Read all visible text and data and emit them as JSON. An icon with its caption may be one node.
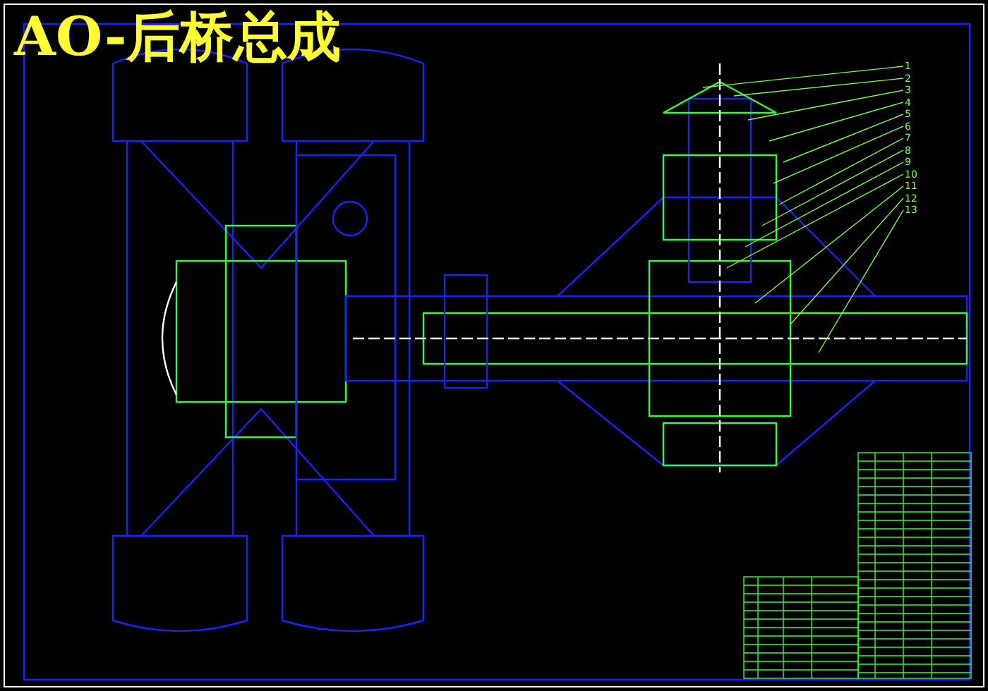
{
  "diagram": {
    "title": "AO-后桥总成",
    "nodes": [
      {
        "text": [
          "1"
        ]
      },
      {
        "text": [
          "2"
        ]
      },
      {
        "text": [
          "3"
        ]
      },
      {
        "text": [
          "4"
        ]
      },
      {
        "text": [
          "5"
        ]
      },
      {
        "text": [
          "6"
        ]
      },
      {
        "text": [
          "7"
        ]
      },
      {
        "text": [
          "8"
        ]
      },
      {
        "text": [
          "9"
        ]
      },
      {
        "text": [
          "10"
        ]
      },
      {
        "text": [
          "11"
        ]
      },
      {
        "text": [
          "12"
        ]
      },
      {
        "text": [
          "13"
        ]
      }
    ],
    "edges": [
      {
        "from": 0,
        "to": null,
        "arrow": "none"
      },
      {
        "from": 1,
        "to": null,
        "arrow": "none"
      },
      {
        "from": 2,
        "to": null,
        "arrow": "none"
      },
      {
        "from": 3,
        "to": null,
        "arrow": "none"
      },
      {
        "from": 4,
        "to": null,
        "arrow": "none"
      },
      {
        "from": 5,
        "to": null,
        "arrow": "none"
      },
      {
        "from": 6,
        "to": null,
        "arrow": "none"
      },
      {
        "from": 7,
        "to": null,
        "arrow": "none"
      },
      {
        "from": 8,
        "to": null,
        "arrow": "none"
      },
      {
        "from": 9,
        "to": null,
        "arrow": "none"
      },
      {
        "from": 10,
        "to": null,
        "arrow": "none"
      },
      {
        "from": 11,
        "to": null,
        "arrow": "none"
      },
      {
        "from": 12,
        "to": null,
        "arrow": "none"
      }
    ]
  }
}
